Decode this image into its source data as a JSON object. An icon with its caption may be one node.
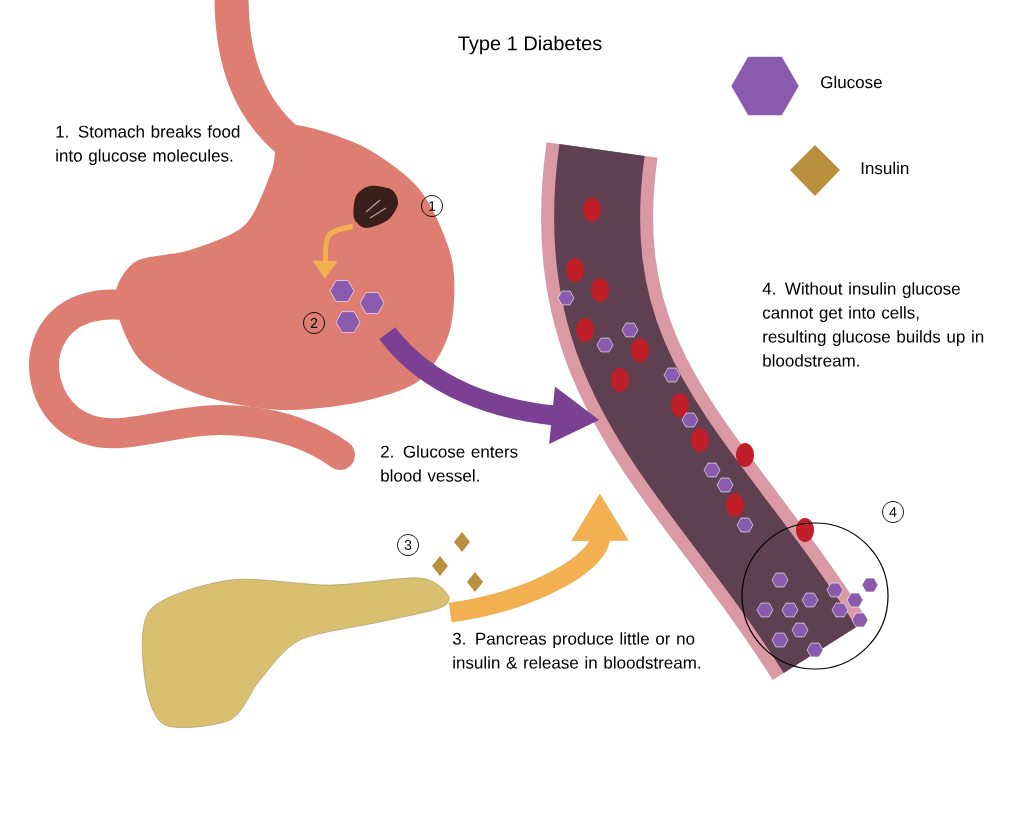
{
  "diagram": {
    "title": "Type 1 Diabetes",
    "nodes": [
      {
        "text": [],
        "shape": "picture"
      },
      {
        "text": [],
        "shape": "picture",
        "in": 0,
        "beside": [
          "1"
        ]
      },
      {
        "text": [],
        "shape": "picture",
        "in": 0,
        "beside": [
          "2"
        ]
      },
      {
        "text": [],
        "shape": "picture",
        "beside": [
          "4"
        ]
      },
      {
        "text": [],
        "shape": "picture",
        "beside": [
          "3"
        ]
      }
    ],
    "edges": [
      {
        "from": 1,
        "to": 2,
        "arrow": "to",
        "color": "#f2b050"
      },
      {
        "from": 2,
        "to": 3,
        "arrow": "to",
        "color": "#7b3f94"
      },
      {
        "from": 4,
        "to": 3,
        "arrow": "to",
        "color": "#f2b050"
      }
    ],
    "labels": [
      "1. Stomach breaks food into glucose molecules.",
      "4. Without insulin glucose cannot get into cells, resulting glucose builds up in bloodstream.",
      "2. Glucose enters blood vessel.",
      "3. Pancreas produce little or no insulin & release in bloodstream."
    ],
    "legend": [
      {
        "text": "Glucose"
      },
      {
        "text": "Insulin"
      }
    ]
  }
}
